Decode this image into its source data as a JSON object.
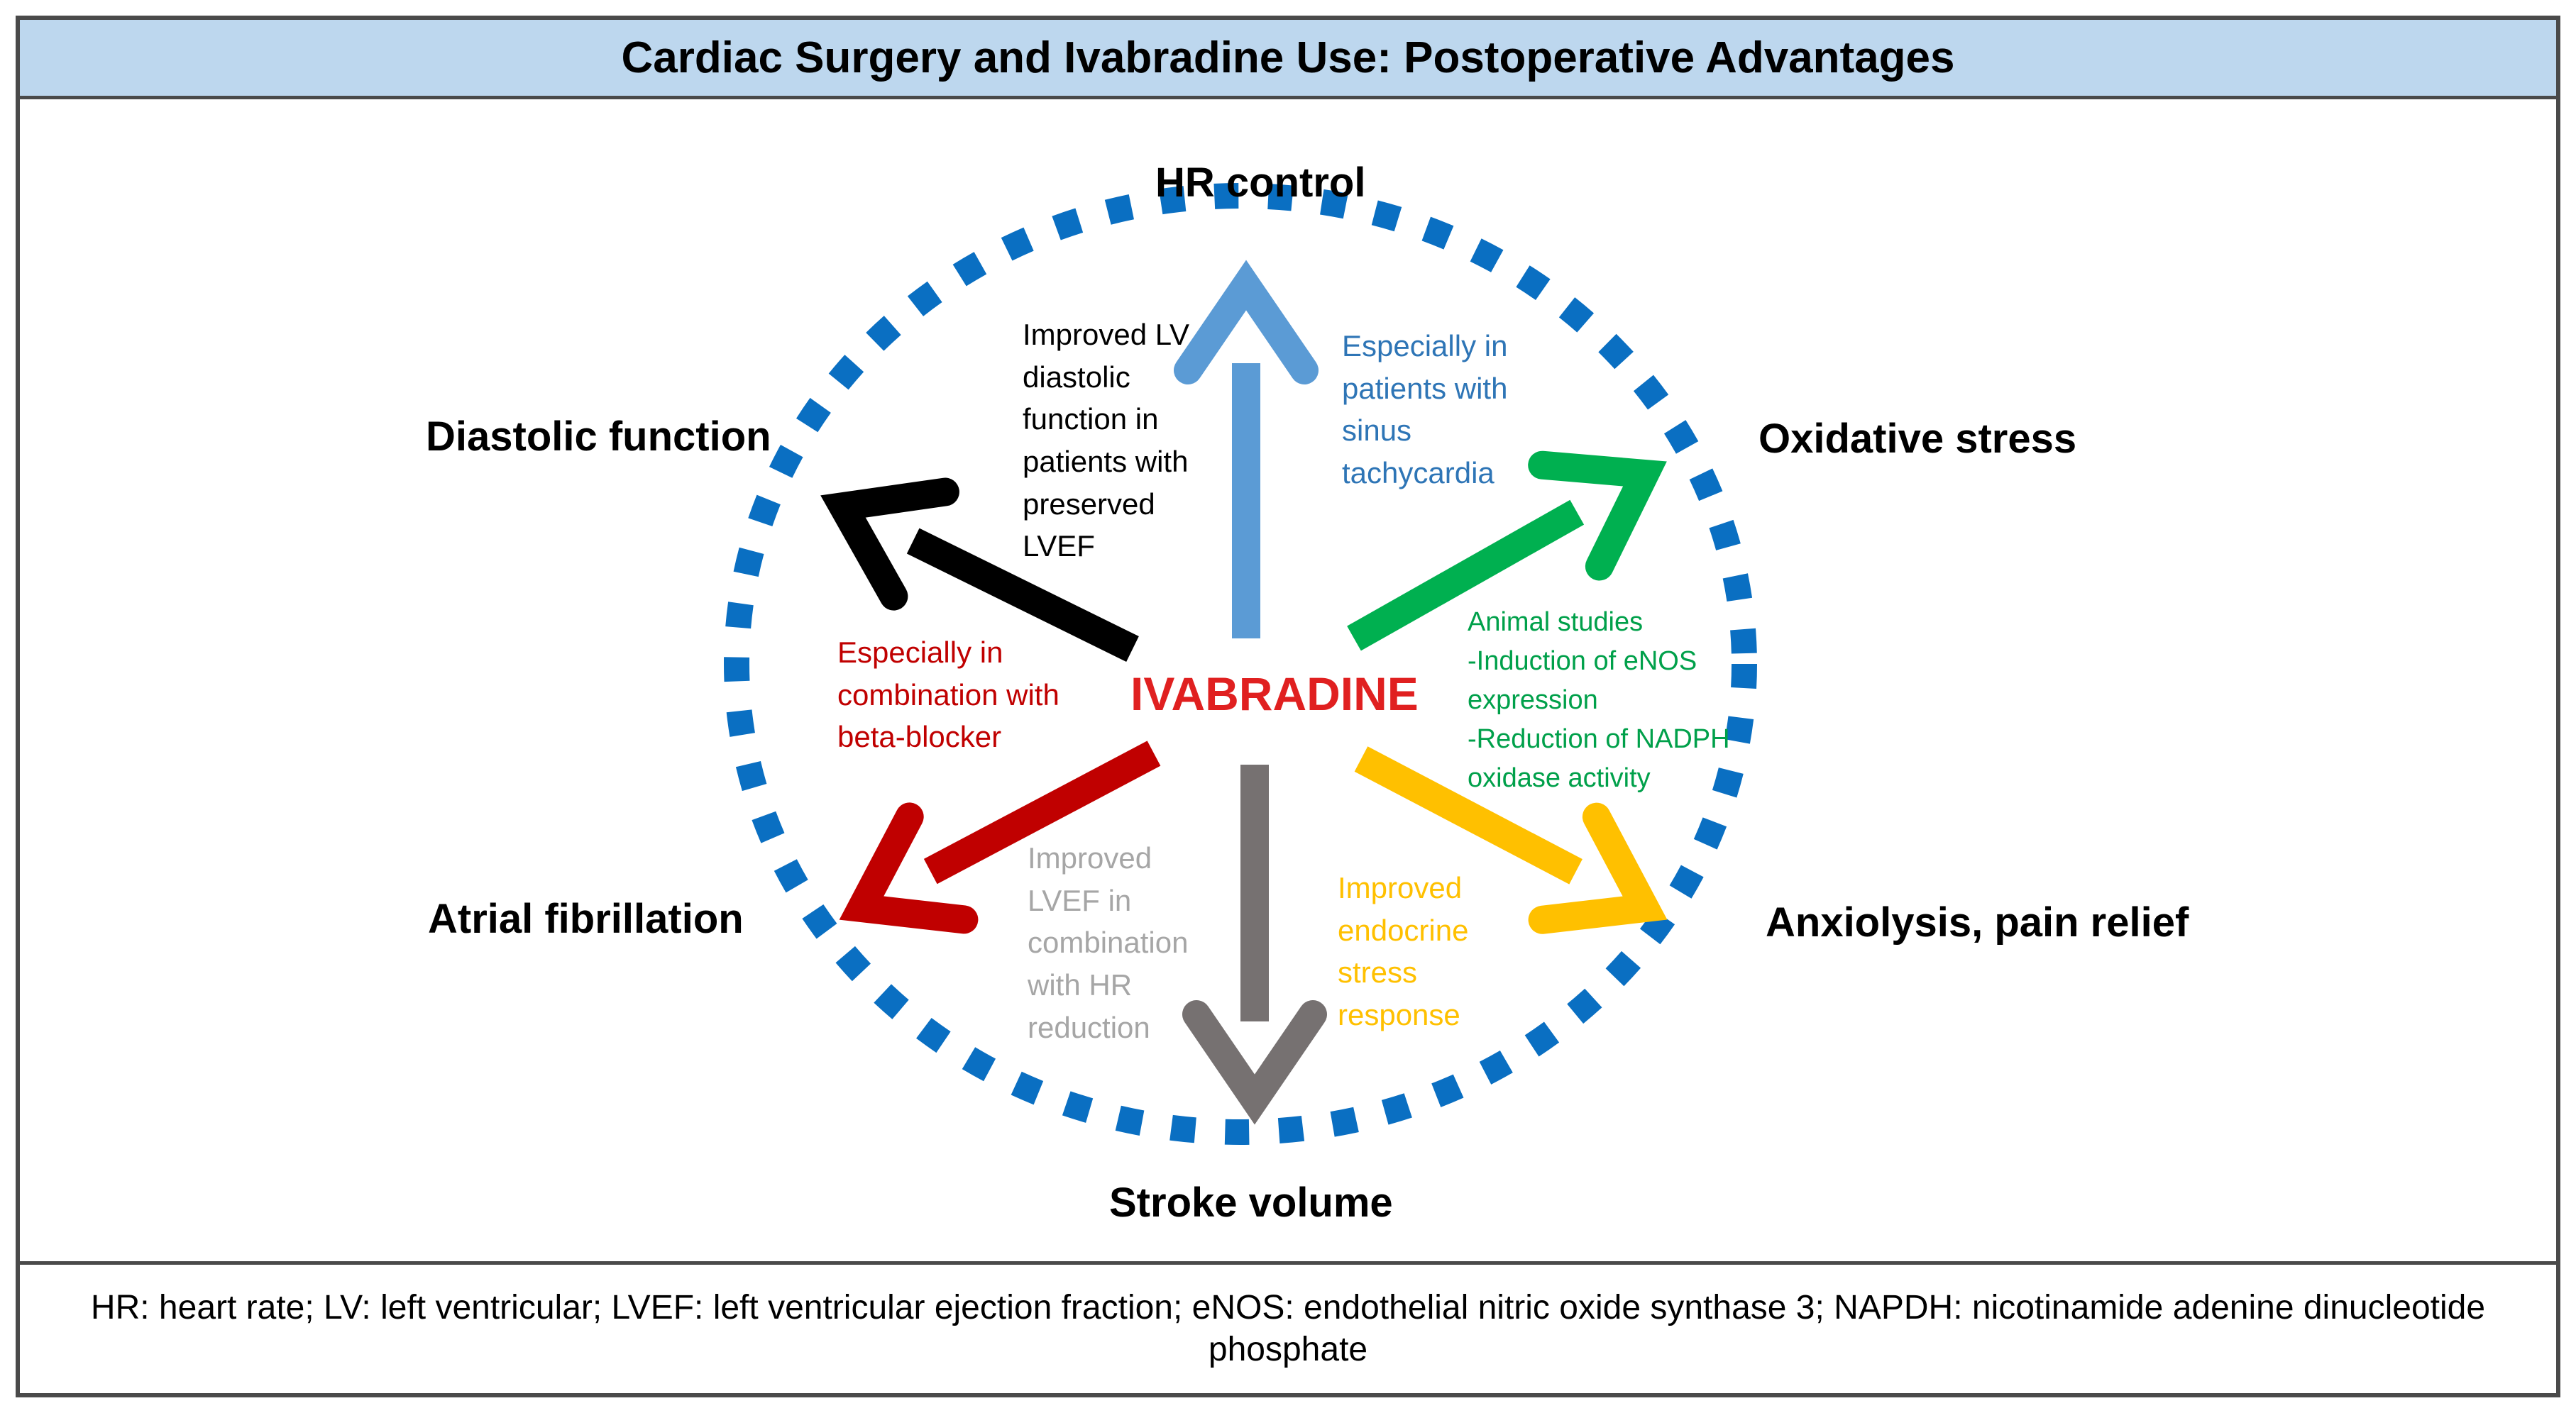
{
  "title": "Cardiac Surgery and Ivabradine Use: Postoperative Advantages",
  "center": {
    "label": "IVABRADINE",
    "color": "#e02020"
  },
  "ring_color": "#0a6fc2",
  "effects": [
    {
      "key": "hr-control",
      "label": "HR control",
      "arrow_color": "#5b9bd5",
      "note": "Especially in\npatients with\nsinus\ntachycardia",
      "note_color": "#2e75b6"
    },
    {
      "key": "oxidative-stress",
      "label": "Oxidative stress",
      "arrow_color": "#00b050",
      "note": "Animal studies\n-Induction of eNOS\nexpression\n-Reduction of NADPH\noxidase activity",
      "note_color": "#00a04a"
    },
    {
      "key": "anxiolysis",
      "label": "Anxiolysis, pain relief",
      "arrow_color": "#ffc000",
      "note": "Improved\nendocrine\nstress\nresponse",
      "note_color": "#ffc000"
    },
    {
      "key": "stroke-volume",
      "label": "Stroke volume",
      "arrow_color": "#767171",
      "note": "Improved\nLVEF in\ncombination\nwith HR\nreduction",
      "note_color": "#a6a6a6"
    },
    {
      "key": "atrial-fibrillation",
      "label": "Atrial fibrillation",
      "arrow_color": "#c00000",
      "note": "Especially in\ncombination with\nbeta-blocker",
      "note_color": "#c00000"
    },
    {
      "key": "diastolic-function",
      "label": "Diastolic function",
      "arrow_color": "#000000",
      "note": "Improved LV\ndiastolic\nfunction in\npatients with\npreserved\nLVEF",
      "note_color": "#000000"
    }
  ],
  "footer": "HR: heart rate; LV: left ventricular; LVEF: left ventricular ejection fraction; eNOS: endothelial nitric oxide synthase 3; NAPDH: nicotinamide adenine dinucleotide phosphate"
}
